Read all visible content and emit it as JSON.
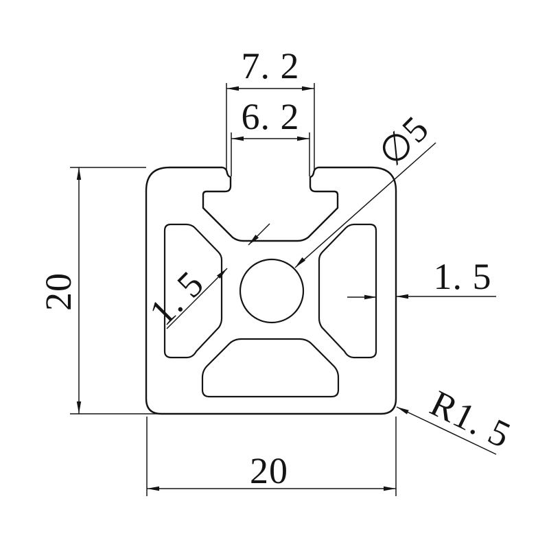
{
  "drawing": {
    "description": "2020 aluminum extrusion profile cross-section with single T-slot",
    "line_color": "#141414",
    "background": "#ffffff",
    "labels": {
      "slot_outer_width": "7. 2",
      "slot_inner_width": "6. 2",
      "overall_height": "20",
      "overall_width": "20",
      "center_hole_diameter": "∅5",
      "right_wall_thickness": "1. 5",
      "web_thickness": "1. 5",
      "corner_radius": "R1. 5"
    }
  }
}
